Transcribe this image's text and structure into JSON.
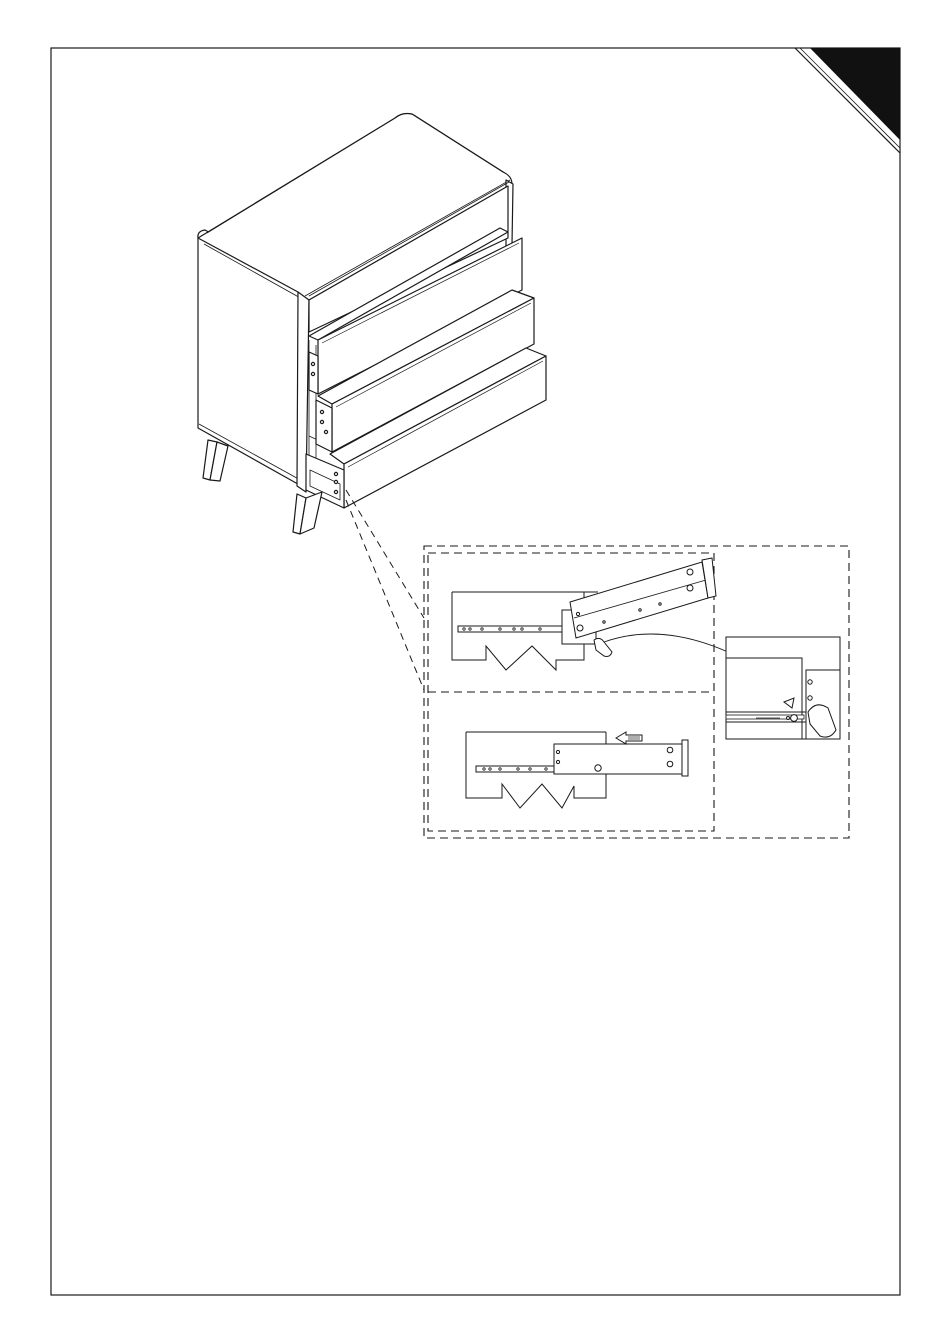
{
  "page": {
    "title": "",
    "step_number": ""
  },
  "colors": {
    "paper": "#ffffff",
    "line": "#1a1a1a",
    "corner_tab": "#111111"
  },
  "diagram": {
    "main_figure": "chest-of-drawers-with-drawers-open",
    "detail_1": "drawer-runner-engage-rear-catch",
    "detail_2": "drawer-runner-push-closed",
    "detail_3": "runner-release-lever-closeup",
    "arrow_direction": "left"
  }
}
